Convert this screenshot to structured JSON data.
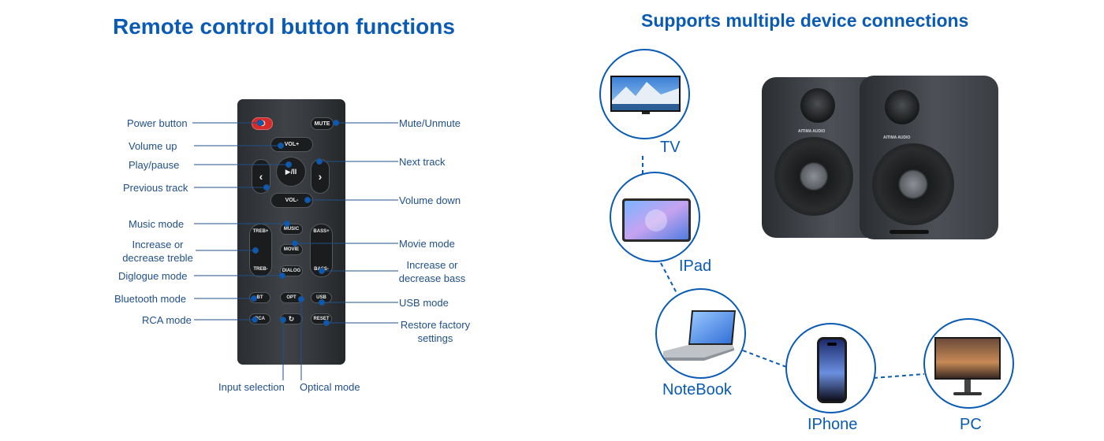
{
  "left_panel": {
    "title": "Remote control button functions",
    "remote_buttons": {
      "mute": "MUTE",
      "vol_up": "VOL+",
      "vol_down": "VOL-",
      "play": "▶/II",
      "music": "MUSIC",
      "movie": "MOVIE",
      "dialog": "DIALOG",
      "treb_plus": "TREB+",
      "treb_minus": "TREB-",
      "bass_plus": "BASS+",
      "bass_minus": "BASS-",
      "bt": "BT",
      "opt": "OPT",
      "usb": "USB",
      "rca": "RCA",
      "reset": "RESET"
    },
    "labels": {
      "power": "Power button",
      "volume_up": "Volume up",
      "play_pause": "Play/pause",
      "previous_track": "Previous track",
      "music_mode": "Music mode",
      "treble_line1": "Increase or",
      "treble_line2": "decrease treble",
      "dialogue_mode": "Diglogue mode",
      "bluetooth_mode": "Bluetooth mode",
      "rca_mode": "RCA mode",
      "mute_unmute": "Mute/Unmute",
      "next_track": "Next track",
      "volume_down": "Volume down",
      "movie_mode": "Movie mode",
      "bass_line1": "Increase or",
      "bass_line2": "decrease bass",
      "usb_mode": "USB mode",
      "restore_line1": "Restore factory",
      "restore_line2": "settings",
      "input_selection": "Input selection",
      "optical_mode": "Optical mode"
    }
  },
  "right_panel": {
    "title": "Supports multiple device connections",
    "devices": {
      "tv": "TV",
      "ipad": "IPad",
      "notebook": "NoteBook",
      "iphone": "IPhone",
      "pc": "PC"
    },
    "speaker_brand": "AITIMA AUDIO"
  },
  "colors": {
    "accent_blue": "#0a5bb5",
    "remote_body": "#35383c",
    "power_red": "#d42b2b"
  }
}
